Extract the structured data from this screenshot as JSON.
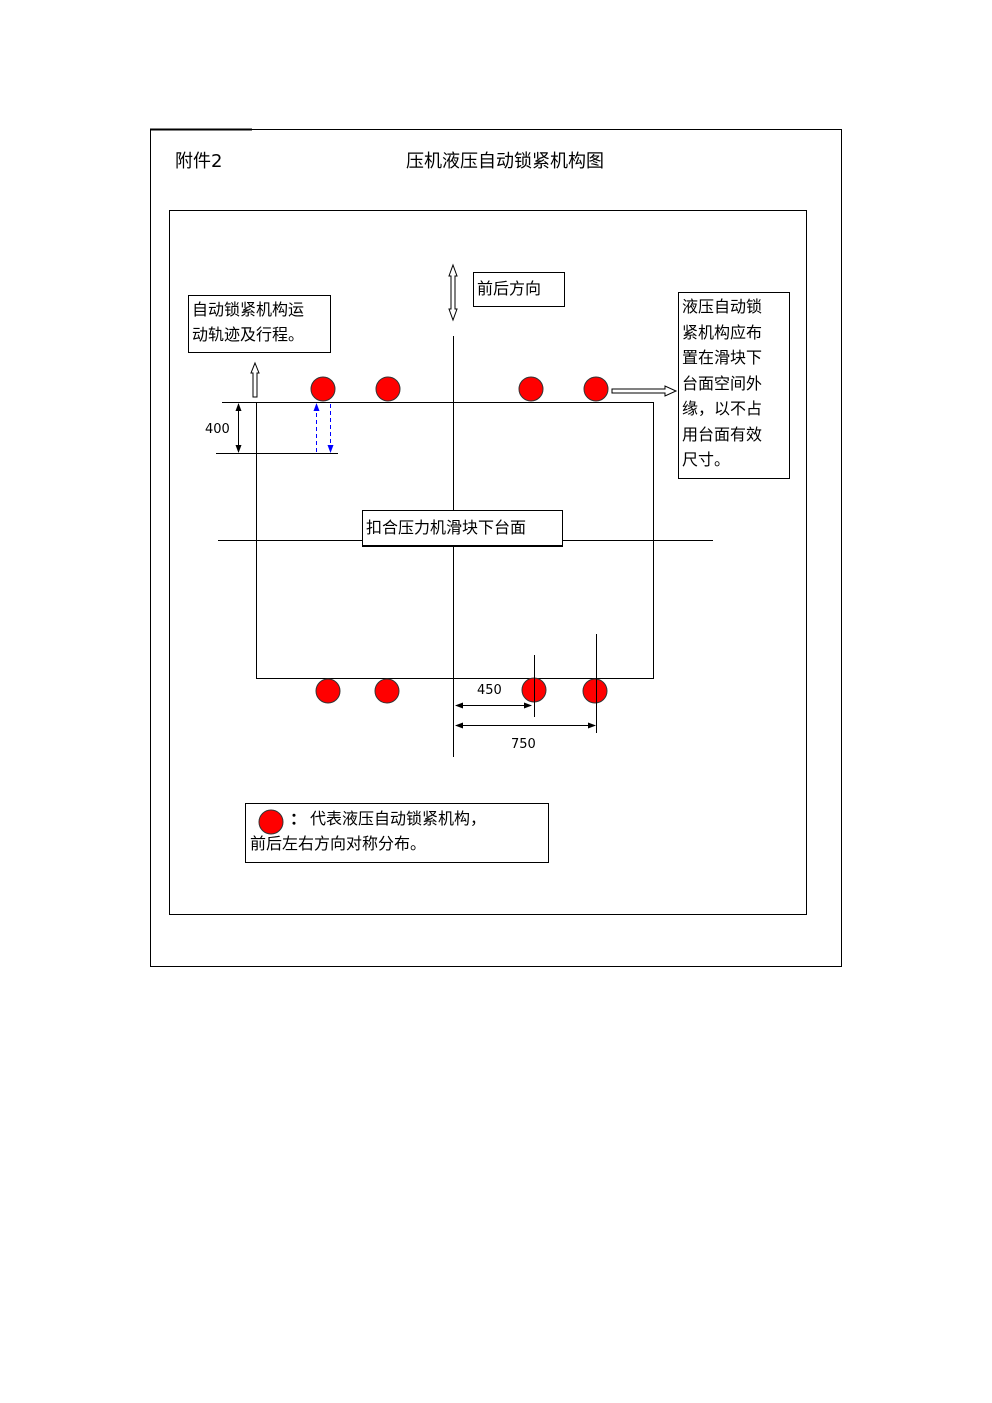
{
  "header": {
    "attachment": "附件2",
    "title": "压机液压自动锁紧机构图"
  },
  "diagram": {
    "direction_label": "前后方向",
    "travel_note": [
      "自动锁紧机构运",
      "动轨迹及行程。"
    ],
    "placement_note": [
      "液压自动锁",
      "紧机构应布",
      "置在滑块下",
      "台面空间外",
      "缘，以不占",
      "用台面有效",
      "尺寸。"
    ],
    "table_label": "扣合压力机滑块下台面",
    "dim_stroke": "400",
    "dim_inner": "450",
    "dim_outer": "750",
    "legend": {
      "colon": "：",
      "line1": "代表液压自动锁紧机构，",
      "line2": "前后左右方向对称分布。"
    }
  },
  "colors": {
    "lock": "#ff0000",
    "travel_arrow": "#0000ff"
  }
}
